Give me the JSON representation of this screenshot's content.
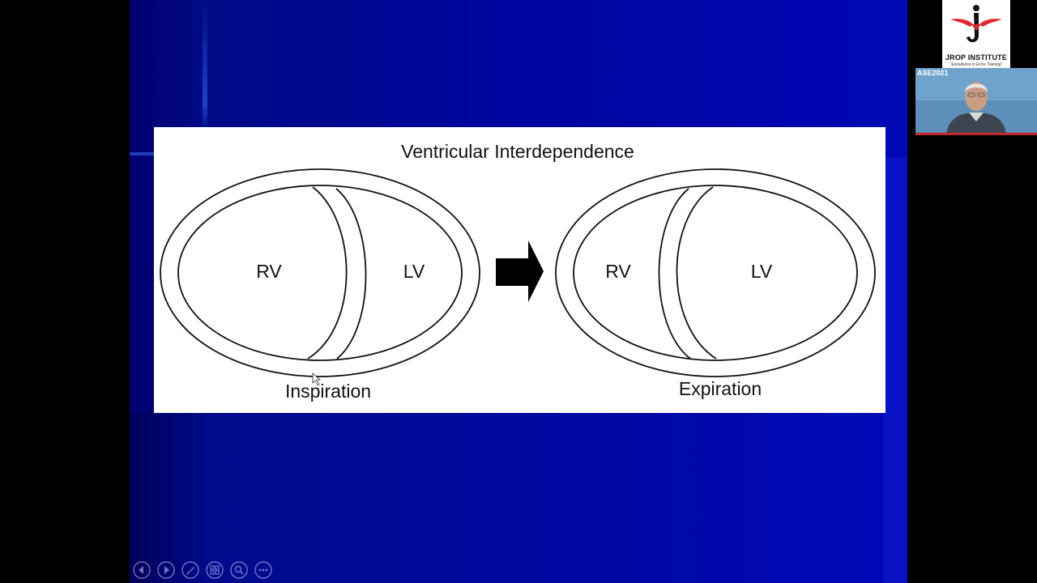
{
  "slide": {
    "title": "Ventricular Interdependence",
    "left_diagram": {
      "rv_label": "RV",
      "lv_label": "LV",
      "caption": "Inspiration"
    },
    "right_diagram": {
      "rv_label": "RV",
      "lv_label": "LV",
      "caption": "Expiration"
    }
  },
  "controls": [
    {
      "icon": "previous-slide-icon"
    },
    {
      "icon": "next-slide-icon"
    },
    {
      "icon": "pen-icon"
    },
    {
      "icon": "slide-grid-icon"
    },
    {
      "icon": "zoom-icon"
    },
    {
      "icon": "more-options-icon"
    }
  ],
  "logo": {
    "name": "JROP INSTITUTE",
    "tagline": "\"Excellence in Echo Training\"",
    "brand_color": "#e0262c"
  },
  "video": {
    "event_label": "ASE2021"
  },
  "colors": {
    "slide_background": "#0008b4",
    "figure_background": "#ffffff",
    "outer_background": "#000000"
  }
}
